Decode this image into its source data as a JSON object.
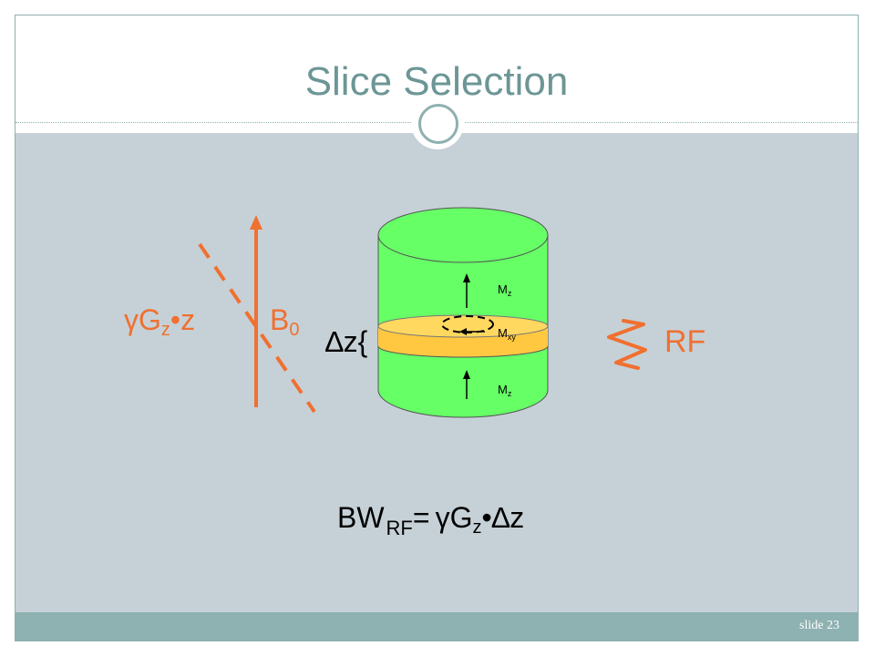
{
  "slide": {
    "title": "Slice Selection",
    "number_label": "slide 23"
  },
  "diagram": {
    "gradient_gamma": "γ",
    "gradient_G": "G",
    "gradient_sub": "z",
    "gradient_tail": "•z",
    "field_B": "B",
    "field_sub": "0",
    "delta_z": "∆z{",
    "mz_top": "M",
    "mz_top_sub": "z",
    "mxy": "M",
    "mxy_sub": "xy",
    "mz_bottom": "M",
    "mz_bottom_sub": "z",
    "rf_label": "RF"
  },
  "equation": {
    "bw": "BW",
    "bw_sub": "RF",
    "rhs_eq": "=",
    "gamma": "γ",
    "G": "G",
    "G_sub": "z",
    "tail": "•∆z"
  },
  "colors": {
    "accent": "#f07030",
    "cylinder": "#66ff66",
    "slice": "#ffc840",
    "content_bg": "#c6d1d7",
    "title": "#6d9696"
  }
}
